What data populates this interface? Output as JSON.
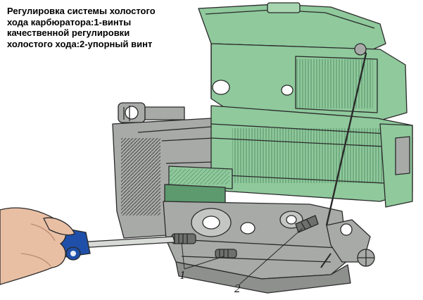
{
  "caption": {
    "lines": [
      "Регулировка системы холостого",
      "хода карбюратора:1-винты",
      "качественной регулировки",
      "холостого хода:2-упорный винт"
    ]
  },
  "callouts": {
    "label_1": "1",
    "label_2": "2"
  },
  "colors": {
    "body_green": "#8fc99c",
    "body_green_dark": "#5d9a6e",
    "body_gray": "#a8aaa8",
    "body_gray_dark": "#6e706e",
    "skin": "#e9bfa4",
    "screwdriver_handle": "#1f4fa8",
    "ink": "#2a2a2a"
  },
  "icons": {
    "illustration": "carburetor-drawing",
    "hand": "hand-with-screwdriver"
  }
}
